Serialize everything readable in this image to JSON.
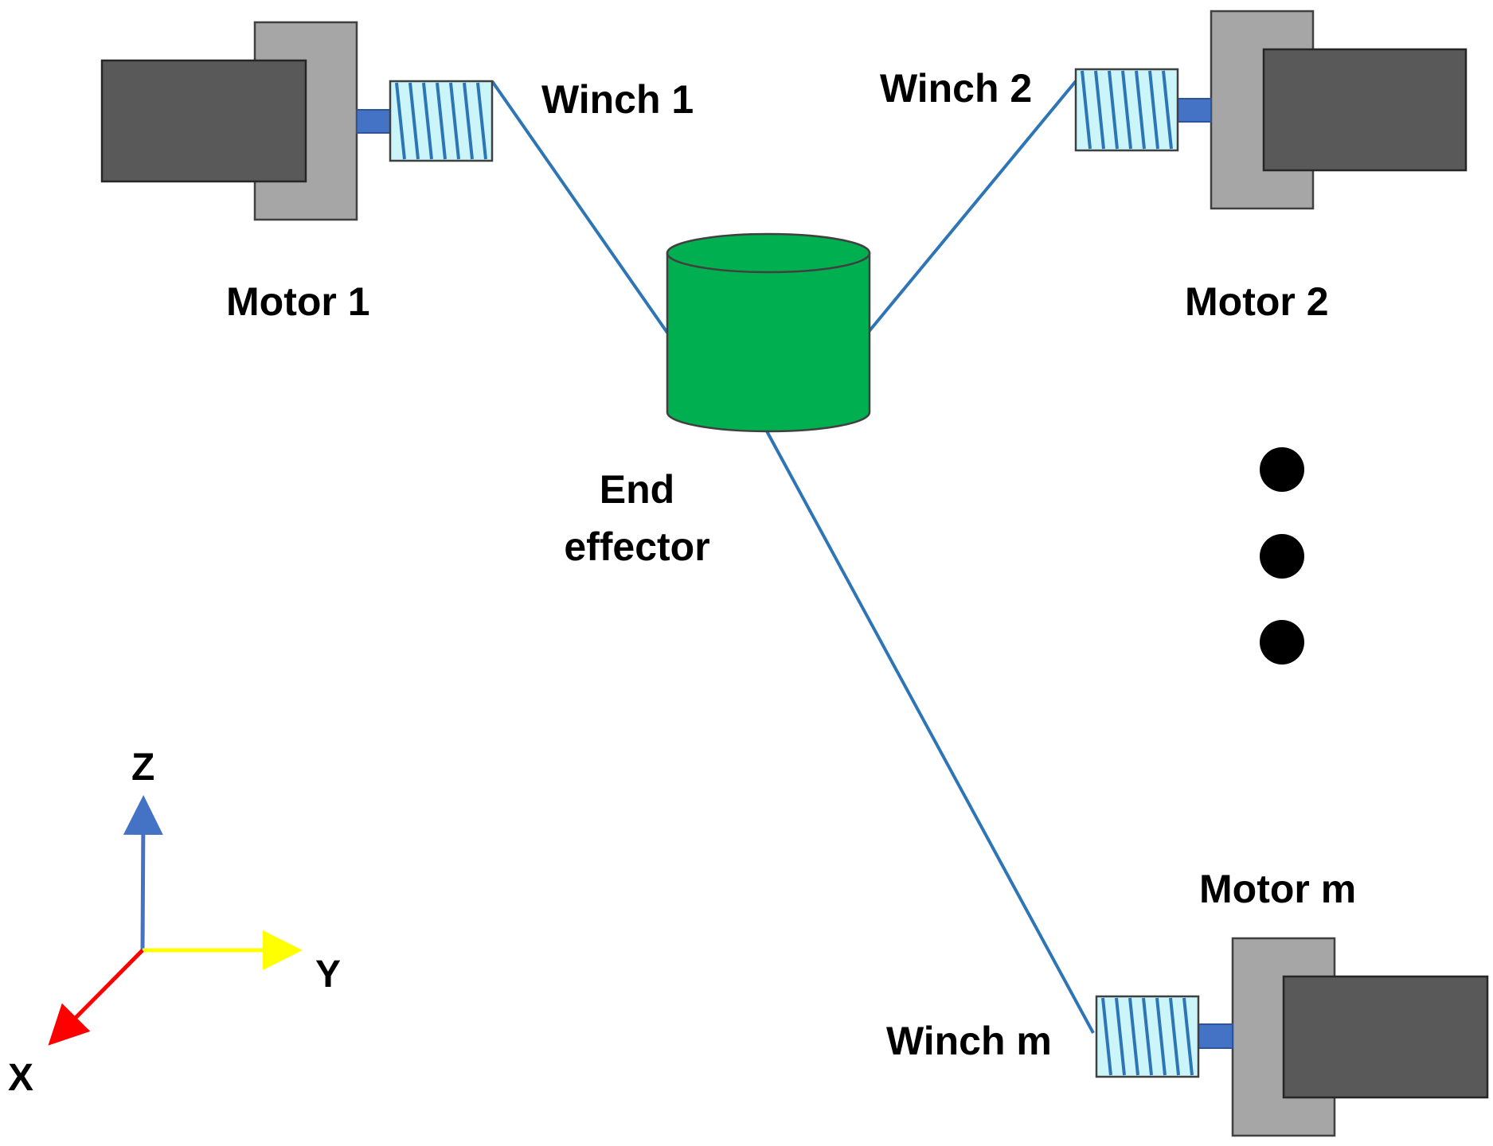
{
  "labels": {
    "winch_1": "Winch 1",
    "winch_2": "Winch 2",
    "winch_m": "Winch m",
    "motor_1": "Motor 1",
    "motor_2": "Motor 2",
    "motor_m": "Motor m",
    "end_effector_line1": "End",
    "end_effector_line2": "effector",
    "axis_z": "Z",
    "axis_y": "Y",
    "axis_x": "X"
  },
  "colors": {
    "motor_body": "#595959",
    "motor_flange": "#a6a6a6",
    "shaft": "#4472c4",
    "winch_fill": "#ccf5fa",
    "winch_coil": "#2e75b6",
    "cable": "#2e75b6",
    "end_effector": "#00b050",
    "axis_z": "#4472c4",
    "axis_y": "#ffff00",
    "axis_x": "#ff0000",
    "ellipsis_dots": "#000000"
  },
  "icons": {
    "motor": "motor-icon",
    "winch": "winch-spool-icon",
    "end_effector": "cylinder-icon",
    "ellipsis": "vertical-ellipsis-icon",
    "axes": "coordinate-axes-icon"
  }
}
